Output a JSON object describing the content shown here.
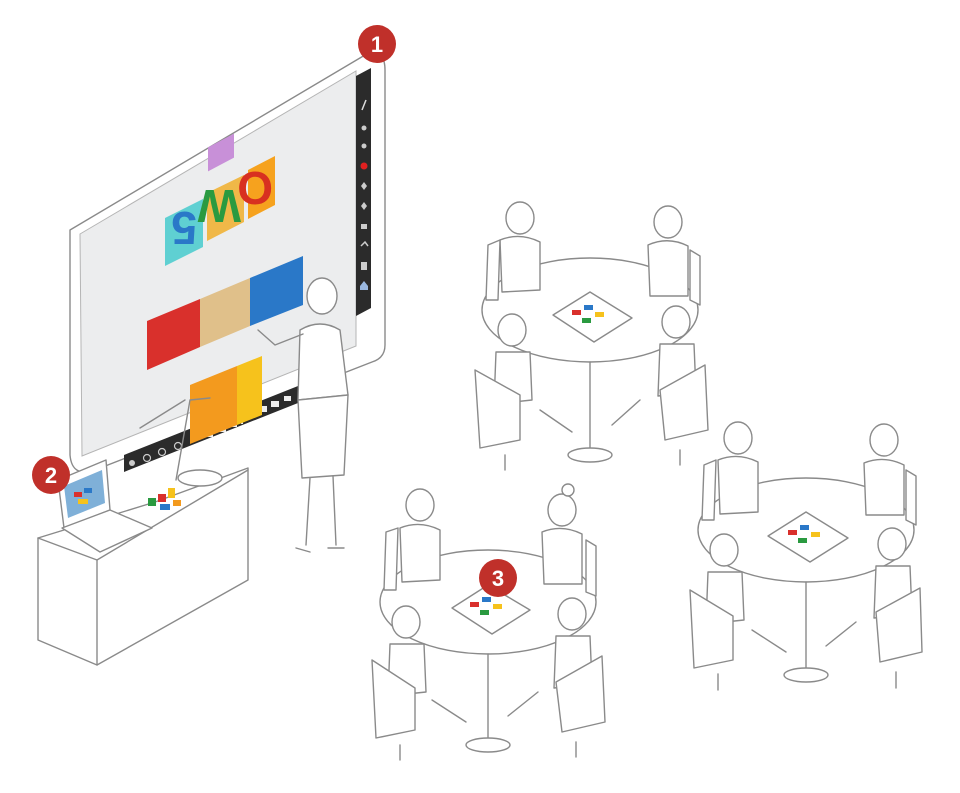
{
  "badges": [
    {
      "id": "1",
      "label": "1"
    },
    {
      "id": "2",
      "label": "2"
    },
    {
      "id": "3",
      "label": "3"
    }
  ],
  "board": {
    "letter_tiles": [
      "5",
      "W",
      "O"
    ]
  },
  "colors": {
    "badge": "#c0302a",
    "red": "#d9302c",
    "blue": "#2a78c8",
    "wood": "#e0c08a",
    "orange": "#f39a1e",
    "yellow": "#f6c21c",
    "teal": "#5fd0d2",
    "dark_toolbar": "#2b2b2b"
  },
  "icons": [
    "pen-icon",
    "eraser-icon",
    "color-icon",
    "shape-icon",
    "undo-icon",
    "save-icon",
    "home-icon",
    "zoom-in-icon",
    "zoom-out-icon",
    "camera-icon",
    "settings-icon"
  ]
}
